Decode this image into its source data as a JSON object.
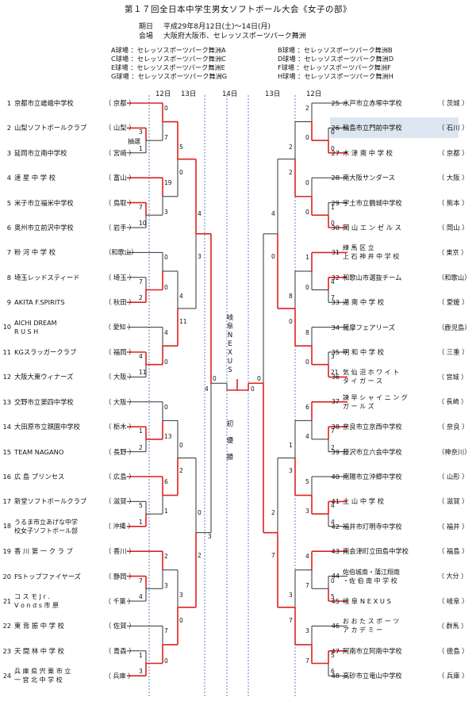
{
  "title": "第１７回全日本中学生男女ソフトボール大会《女子の部》",
  "period_label": "期日",
  "period_value": "平成29年8月12日(土)～14日(月)",
  "venue_label": "会場",
  "venue_value": "大阪府大阪市、セレッソスポーツパーク舞洲",
  "venues": [
    [
      "A球場 ：セレッソスポーツパーク舞洲A",
      "B球場 ：セレッソスポーツパーク舞洲B"
    ],
    [
      "C球場 ：セレッソスポーツパーク舞洲C",
      "D球場 ：セレッソスポーツパーク舞洲D"
    ],
    [
      "E球場 ：セレッソスポーツパーク舞洲E",
      "F球場 ：セレッソスポーツパーク舞洲F"
    ],
    [
      "G球場 ：セレッソスポーツパーク舞洲G",
      "H球場 ：セレッソスポーツパーク舞洲H"
    ]
  ],
  "days": {
    "left12": "12日",
    "left13": "13日",
    "mid14": "14日",
    "right13": "13日",
    "right12": "12日"
  },
  "champion_vertical": "岐阜NEXUS",
  "champion_label": "初優勝",
  "lottery_label": "抽選",
  "left_teams": [
    {
      "no": "1",
      "name": "京都市立嵯峨中学校",
      "pref": "（ 京都 ）"
    },
    {
      "no": "2",
      "name": "山梨ソフトボールクラブ",
      "pref": "（ 山梨 ）"
    },
    {
      "no": "3",
      "name": "延岡市立南中学校",
      "pref": "（ 宮崎 ）"
    },
    {
      "no": "4",
      "name": "速 星 中 学 校",
      "pref": "（ 富山 ）"
    },
    {
      "no": "5",
      "name": "米子市立福米中学校",
      "pref": "（ 鳥取 ）"
    },
    {
      "no": "6",
      "name": "奥州市立前沢中学校",
      "pref": "（ 岩手 ）"
    },
    {
      "no": "7",
      "name": "粉 河 中 学 校",
      "pref": "（和歌山）"
    },
    {
      "no": "8",
      "name": "埼玉レッドスティード",
      "pref": "（ 埼玉 ）"
    },
    {
      "no": "9",
      "name": "AKITA F.SPIRITS",
      "pref": "（ 秋田 ）"
    },
    {
      "no": "10",
      "name": "AICHI DREAM\nR U S H",
      "pref": "（ 愛知 ）"
    },
    {
      "no": "11",
      "name": "KGスラッガークラブ",
      "pref": "（ 福岡 ）"
    },
    {
      "no": "12",
      "name": "大阪大東ウィナーズ",
      "pref": "（ 大阪 ）"
    },
    {
      "no": "13",
      "name": "交野市立第四中学校",
      "pref": "（ 大阪 ）"
    },
    {
      "no": "14",
      "name": "大田原市立親園中学校",
      "pref": "（ 栃木 ）"
    },
    {
      "no": "15",
      "name": "TEAM NAGANO",
      "pref": "（ 長野 ）"
    },
    {
      "no": "16",
      "name": "広 島 プリンセス",
      "pref": "（ 広島 ）"
    },
    {
      "no": "17",
      "name": "新堂ソフトボールクラブ",
      "pref": "（ 滋賀 ）"
    },
    {
      "no": "18",
      "name": "うるま市立あげな中学\n校女子ソフトボール部",
      "pref": "（ 沖縄 ）"
    },
    {
      "no": "19",
      "name": "香 川 第 一 ク ラ ブ",
      "pref": "（ 香川 ）"
    },
    {
      "no": "20",
      "name": "FSトップファイヤーズ",
      "pref": "（ 静岡 ）"
    },
    {
      "no": "21",
      "name": "コ ス モ J r .\nV o n d s 市 原",
      "pref": "（ 千葉 ）"
    },
    {
      "no": "22",
      "name": "東 背 振 中 学 校",
      "pref": "（ 佐賀 ）"
    },
    {
      "no": "23",
      "name": "天 間 林 中 学 校",
      "pref": "（ 青森 ）"
    },
    {
      "no": "24",
      "name": "兵 庫 県 宍 粟 市 立\n一 宮 北 中 学 校",
      "pref": "（ 兵庫 ）"
    }
  ],
  "right_teams": [
    {
      "no": "25",
      "name": "水戸市立赤塚中学校",
      "pref": "（ 茨城 ）"
    },
    {
      "no": "26",
      "name": "輪島市立門前中学校",
      "pref": "（ 石川 ）"
    },
    {
      "no": "27",
      "name": "木 津 南 中 学 校",
      "pref": "（ 京都 ）"
    },
    {
      "no": "28",
      "name": "南大阪サンダース",
      "pref": "（ 大阪 ）"
    },
    {
      "no": "29",
      "name": "宇土市立鶴城中学校",
      "pref": "（ 熊本 ）"
    },
    {
      "no": "30",
      "name": "岡 山 エ ン ゼ ル ス",
      "pref": "（ 岡山 ）"
    },
    {
      "no": "31",
      "name": "練 馬 区 立\n上 石 神 井 中 学 校",
      "pref": "（ 東京 ）"
    },
    {
      "no": "32",
      "name": "和歌山市選抜チーム",
      "pref": "（和歌山）"
    },
    {
      "no": "33",
      "name": "湯 南 中 学 校",
      "pref": "（ 愛媛 ）"
    },
    {
      "no": "34",
      "name": "薩摩フェアリーズ",
      "pref": "（鹿児島）"
    },
    {
      "no": "35",
      "name": "明 和 中 学 校",
      "pref": "（ 三重 ）"
    },
    {
      "no": "36",
      "name": "気 仙 沼 ホ ワ イ ト\nタ イ ガ ー ス",
      "pref": "（ 宮城 ）"
    },
    {
      "no": "37",
      "name": "諫 早 シ ャ イ ニ ン グ\nガ ー ル ズ",
      "pref": "（ 長崎 ）"
    },
    {
      "no": "38",
      "name": "奈良市立京西中学校",
      "pref": "（ 奈良 ）"
    },
    {
      "no": "39",
      "name": "藤沢市立六会中学校",
      "pref": "（神奈川）"
    },
    {
      "no": "40",
      "name": "南陽市立沖郷中学校",
      "pref": "（ 山形 ）"
    },
    {
      "no": "41",
      "name": "土 山 中 学 校",
      "pref": "（ 滋賀 ）"
    },
    {
      "no": "42",
      "name": "福井市灯明寺中学校",
      "pref": "（ 福井 ）"
    },
    {
      "no": "43",
      "name": "南会津町立田島中学校",
      "pref": "（ 福島 ）"
    },
    {
      "no": "44",
      "name": "佐伯城南・蒲江翔南\n・佐 伯 南 中 学 校",
      "pref": "（ 大分 ）"
    },
    {
      "no": "45",
      "name": "岐 阜 N E X U S",
      "pref": "（ 岐阜 ）"
    },
    {
      "no": "46",
      "name": "お お た ス ポ ー ツ\nア カ デ ミ ー",
      "pref": "（ 群馬 ）"
    },
    {
      "no": "47",
      "name": "阿南市立阿南中学校",
      "pref": "（ 徳島 ）"
    },
    {
      "no": "48",
      "name": "高砂市立竜山中学校",
      "pref": "（ 兵庫 ）"
    }
  ],
  "scores": [
    "3",
    "1",
    "0",
    "7",
    "7",
    "10",
    "19",
    "3",
    "7",
    "2",
    "0",
    "0",
    "4",
    "11",
    "4",
    "0",
    "1",
    "2",
    "0",
    "13",
    "5",
    "1",
    "6",
    "1",
    "7",
    "4",
    "2",
    "3",
    "1",
    "3",
    "7",
    "0",
    "5",
    "0",
    "4",
    "11",
    "0",
    "2",
    "3",
    "0",
    "4",
    "3",
    "0",
    "2",
    "0",
    "4",
    "3",
    "0",
    "0",
    "2",
    "0",
    "1",
    "0",
    "0",
    "0",
    "4",
    "7",
    "1",
    "0",
    "3",
    "21",
    "8",
    "0",
    "7",
    "2",
    "6",
    "4",
    "4",
    "4",
    "5",
    "3",
    "0",
    "5",
    "4",
    "7",
    "5",
    "6",
    "3",
    "7",
    "2",
    "2",
    "8",
    "0",
    "1",
    "3",
    "3",
    "7",
    "4",
    "0",
    "2",
    "7",
    "0",
    "0",
    "12",
    "21",
    "1",
    "4",
    "0",
    "3",
    "6",
    "5",
    "4",
    "7",
    "0",
    "0",
    "8",
    "4"
  ],
  "colors": {
    "win": "#e02020",
    "lose": "#333333",
    "highlight": "#dbe6f1",
    "dotted": "#3a62b0"
  }
}
